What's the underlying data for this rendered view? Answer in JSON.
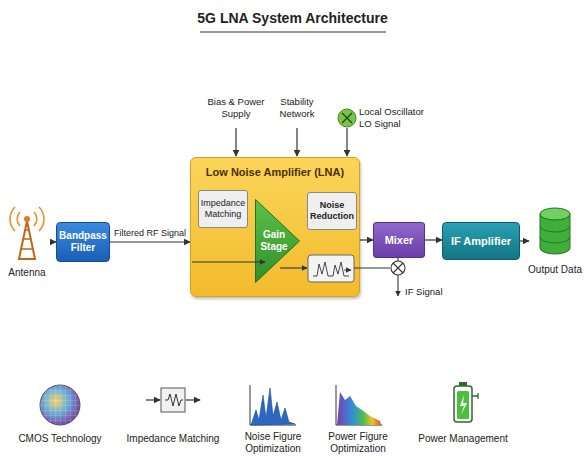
{
  "diagram": {
    "title": "5G LNA System Architecture",
    "nodes": [
      {
        "text": [
          "Antenna"
        ]
      },
      {
        "text": [
          "Bandpass Filter"
        ]
      },
      {
        "text": [
          "Low Noise Amplifier (LNA)"
        ]
      },
      {
        "text": [
          "Impedance Matching"
        ],
        "in": 2
      },
      {
        "text": [
          "Gain Stage"
        ],
        "in": 2
      },
      {
        "text": [
          "Noise Reduction"
        ],
        "in": 2
      },
      {
        "text": [
          "Mixer"
        ]
      },
      {
        "text": [
          "IF Amplifier"
        ]
      },
      {
        "text": [
          "Output Data"
        ]
      }
    ],
    "edges": [
      {
        "from": 0,
        "to": 1,
        "arrow": "to"
      },
      {
        "from": 1,
        "to": 2,
        "arrow": "to",
        "label": "Filtered RF Signal"
      },
      {
        "from": 3,
        "to": 4,
        "arrow": "to"
      },
      {
        "from": 4,
        "to": 5,
        "arrow": "to"
      },
      {
        "from": 2,
        "to": 6,
        "arrow": "to"
      },
      {
        "from": 6,
        "to": 7,
        "arrow": "to"
      },
      {
        "from": 7,
        "to": 8,
        "arrow": "to"
      }
    ],
    "labels": [
      "Bias & Power Supply",
      "Stability Network",
      "Local Oscillator LO Signal",
      "IF Signal",
      "CMOS Technology",
      "Impedance Matching",
      "Noise Figure Optimization",
      "Power Figure Optimization",
      "Power Management"
    ]
  }
}
